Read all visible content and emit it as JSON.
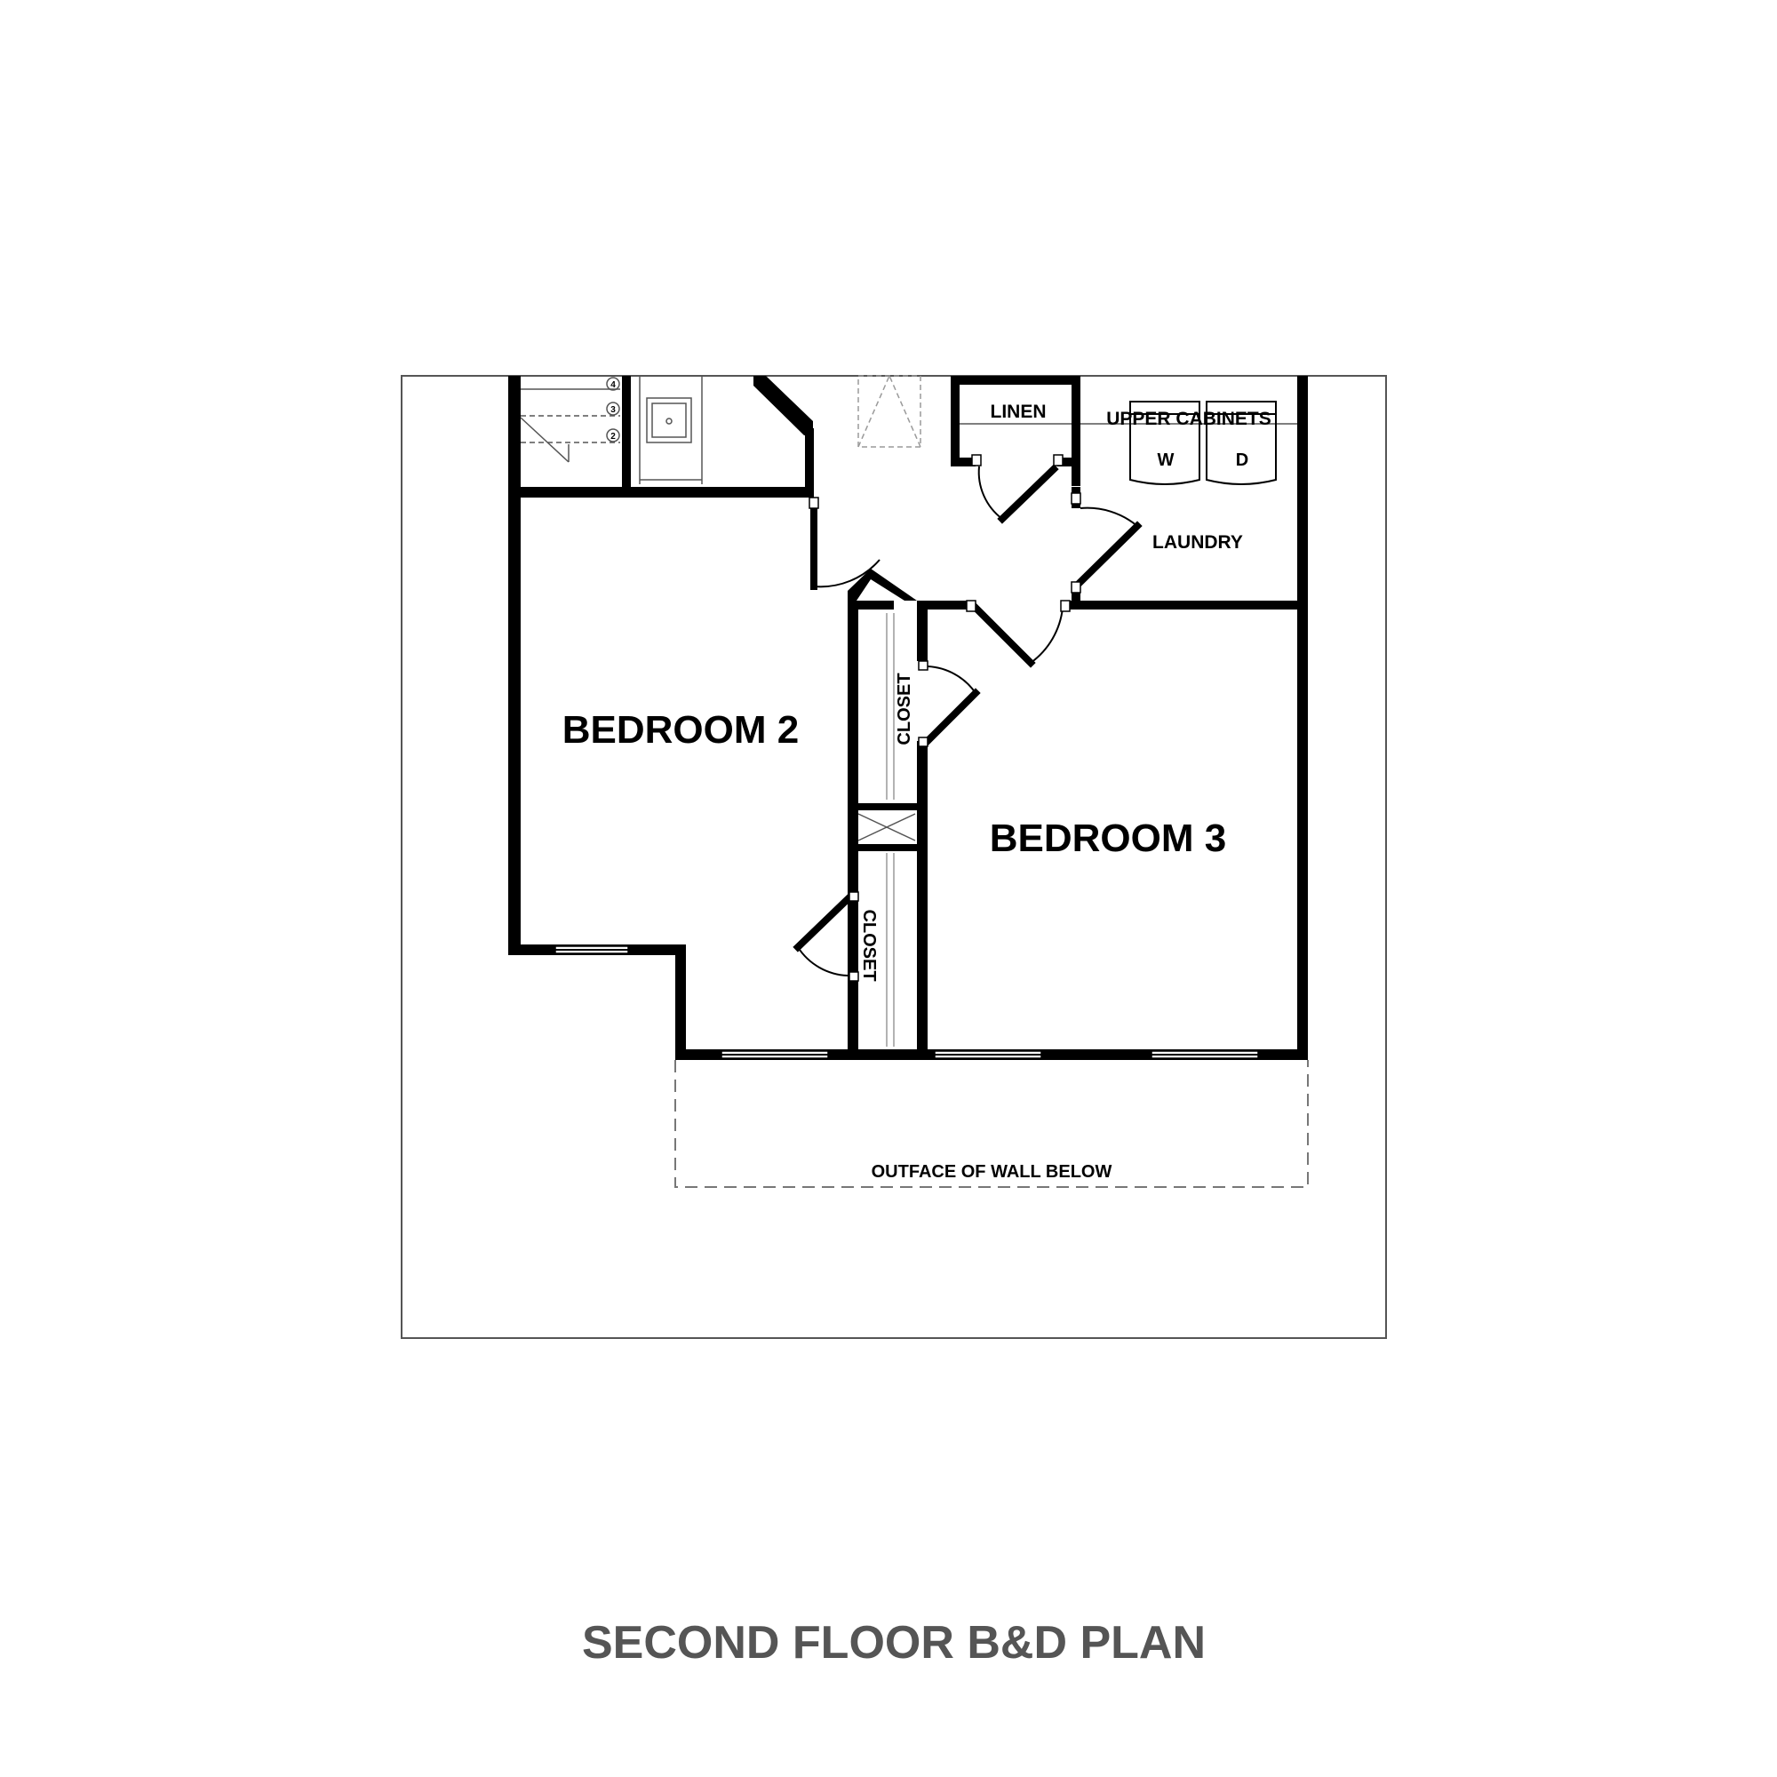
{
  "title": "SECOND FLOOR B&D PLAN",
  "rooms": {
    "bedroom2": "BEDROOM 2",
    "bedroom3": "BEDROOM 3",
    "closet_a": "CLOSET",
    "closet_b": "CLOSET",
    "linen": "LINEN",
    "laundry": "LAUNDRY",
    "upper_cabinets": "UPPER CABINETS",
    "washer": "W",
    "dryer": "D",
    "outface": "OUTFACE OF WALL BELOW"
  },
  "stair_steps": [
    "4",
    "3",
    "2"
  ],
  "colors": {
    "walls": "#000000",
    "title": "#555555",
    "frame": "#555555"
  }
}
